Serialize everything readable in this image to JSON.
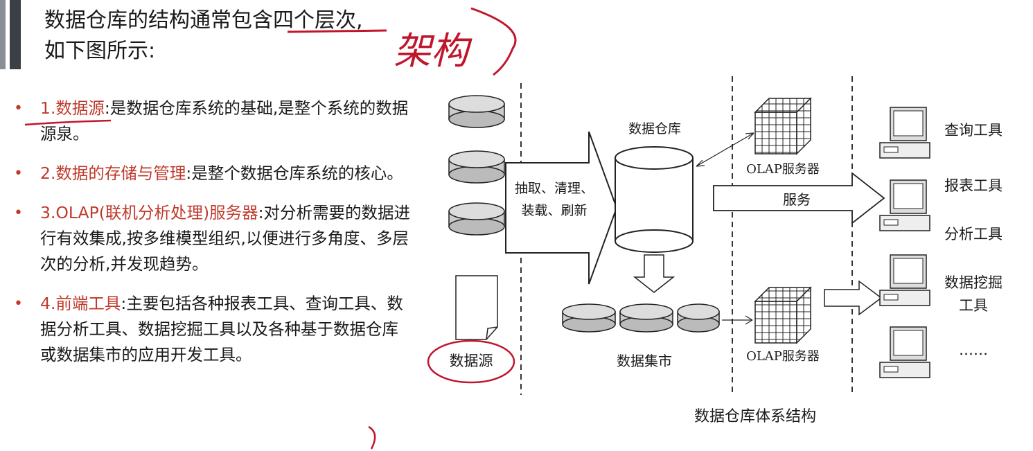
{
  "title": {
    "line1": "数据仓库的结构通常包含四个层次,",
    "line2": "如下图所示:"
  },
  "handwriting": {
    "note": "架构"
  },
  "bullets": [
    {
      "head": "1.数据源",
      "text": ":是数据仓库系统的基础,是整个系统的数据源泉。"
    },
    {
      "head": "2.数据的存储与管理",
      "text": ":是整个数据仓库系统的核心。"
    },
    {
      "head": "3.OLAP(联机分析处理)服务器",
      "text": ":对分析需要的数据进行有效集成,按多维模型组织,以便进行多角度、多层次的分析,并发现趋势。"
    },
    {
      "head": "4.前端工具",
      "text": ":主要包括各种报表工具、查询工具、数据分析工具、数据挖掘工具以及各种基于数据仓库或数据集市的应用开发工具。"
    }
  ],
  "diagram": {
    "datasource_label": "数据源",
    "etl_line1": "抽取、清理、",
    "etl_line2": "装载、刷新",
    "warehouse_label": "数据仓库",
    "datamart_label": "数据集市",
    "olap1_label": "OLAP服务器",
    "olap2_label": "OLAP服务器",
    "service_label": "服务",
    "tools": [
      "查询工具",
      "报表工具",
      "分析工具",
      "数据挖掘",
      "工具",
      "……"
    ],
    "caption": "数据仓库体系结构"
  }
}
